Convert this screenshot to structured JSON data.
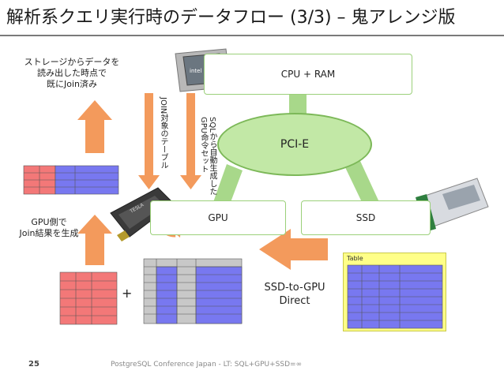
{
  "title": "解析系クエリ実行時のデータフロー (3/3) – 鬼アレンジ版",
  "boxes": {
    "cpu": "CPU + RAM",
    "gpu": "GPU",
    "ssd": "SSD",
    "pcie": "PCI-E"
  },
  "notes": {
    "readback_line1": "ストレージからデータを",
    "readback_line2": "読み出した時点で",
    "readback_line3": "既にJoin済み",
    "gpujoin_line1": "GPU側で",
    "gpujoin_line2": "Join結果を生成"
  },
  "labels": {
    "join_table": "JOIN対象のテーブル",
    "sql_gpu": "SQLから自動生成した GPU命令セット",
    "direct_line1": "SSD-to-GPU",
    "direct_line2": "Direct",
    "plus": "+",
    "table_caption": "Table"
  },
  "chips": {
    "cpu_chip_text": "intel",
    "gpu_card_text": "TESLA"
  },
  "footer": {
    "page_number": "25",
    "text": "PostgreSQL Conference Japan - LT: SQL+GPU+SSD=∞"
  },
  "colors": {
    "box_border": "#9bd07a",
    "pcie_fill": "#c2e8a6",
    "arrow_orange": "#f39a5c",
    "table_red": "#f37878",
    "table_blue": "#7878f0",
    "table_gray": "#c8c8c8",
    "ssd_yellow": "#ffff88"
  }
}
